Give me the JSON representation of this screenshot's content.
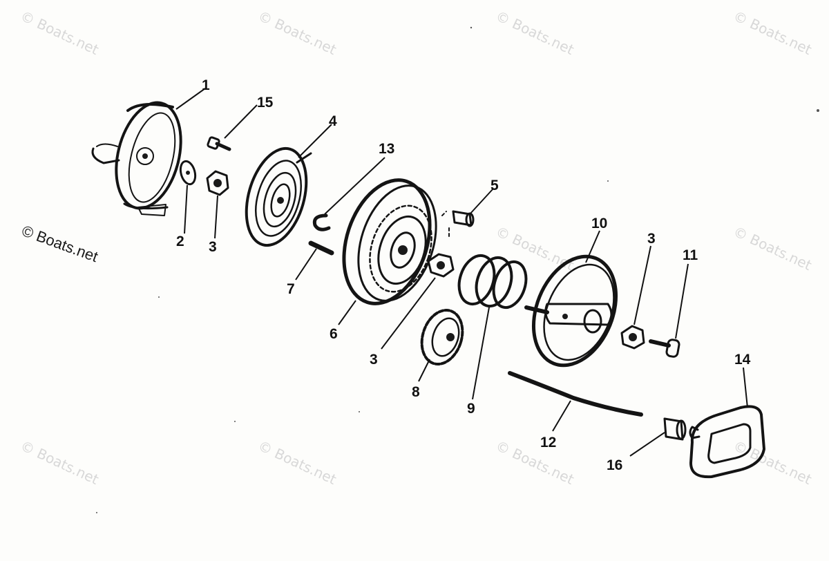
{
  "diagram": {
    "type": "exploded-parts-view",
    "callouts": [
      {
        "id": "c1",
        "label": "1"
      },
      {
        "id": "c15",
        "label": "15"
      },
      {
        "id": "c4",
        "label": "4"
      },
      {
        "id": "c13",
        "label": "13"
      },
      {
        "id": "c5",
        "label": "5"
      },
      {
        "id": "c2",
        "label": "2"
      },
      {
        "id": "c3a",
        "label": "3"
      },
      {
        "id": "c7",
        "label": "7"
      },
      {
        "id": "c6",
        "label": "6"
      },
      {
        "id": "c3b",
        "label": "3"
      },
      {
        "id": "c8",
        "label": "8"
      },
      {
        "id": "c9",
        "label": "9"
      },
      {
        "id": "c10",
        "label": "10"
      },
      {
        "id": "c3c",
        "label": "3"
      },
      {
        "id": "c11",
        "label": "11"
      },
      {
        "id": "c12",
        "label": "12"
      },
      {
        "id": "c14",
        "label": "14"
      },
      {
        "id": "c16",
        "label": "16"
      }
    ]
  },
  "watermark": {
    "text": "© Boats.net",
    "color": "#d8d8d8"
  },
  "ink_color": "#141414"
}
